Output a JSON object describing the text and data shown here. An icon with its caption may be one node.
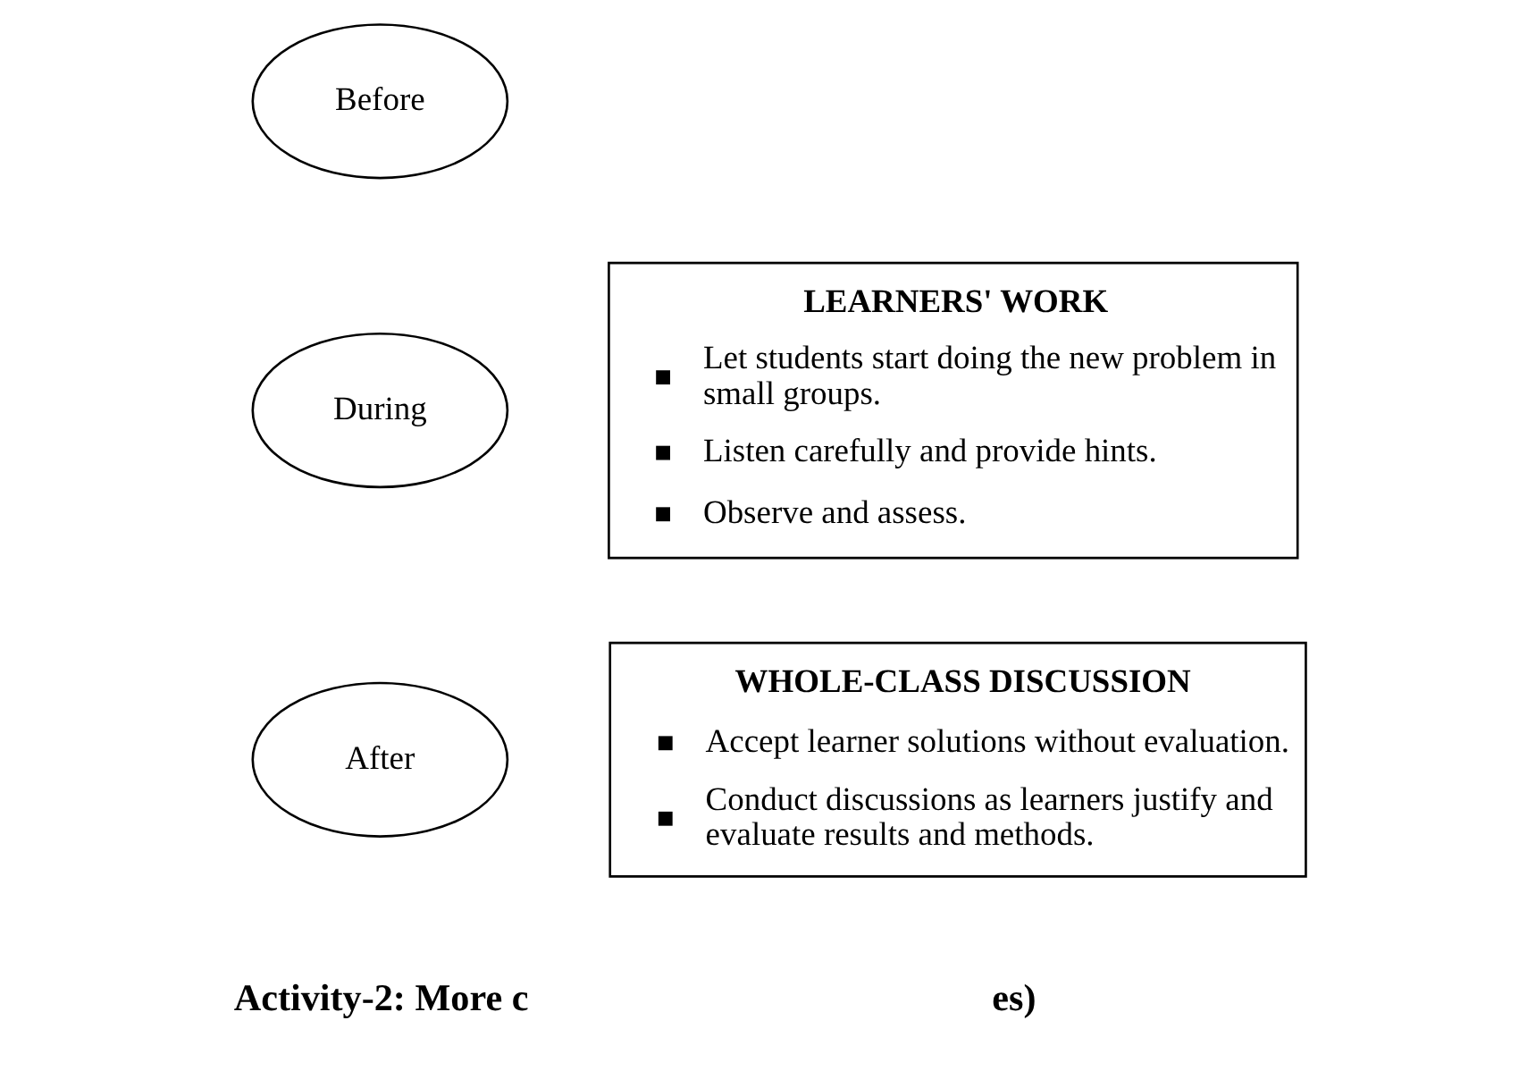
{
  "diagram": {
    "nodes": [
      {
        "text": [
          "Before"
        ]
      },
      {
        "text": [
          "During"
        ]
      },
      {
        "text": [
          "LEARNERS' WORK",
          "Let students start doing the new problem in small groups.",
          "Listen carefully and provide hints.",
          "Observe and assess."
        ]
      },
      {
        "text": [
          "After"
        ]
      },
      {
        "text": [
          "WHOLE-CLASS DISCUSSION",
          "Accept learner solutions without evaluation.",
          "Conduct discussions as learners justify and evaluate results and methods."
        ]
      }
    ],
    "labels": [
      "Activity-2: More c",
      "es)"
    ]
  }
}
